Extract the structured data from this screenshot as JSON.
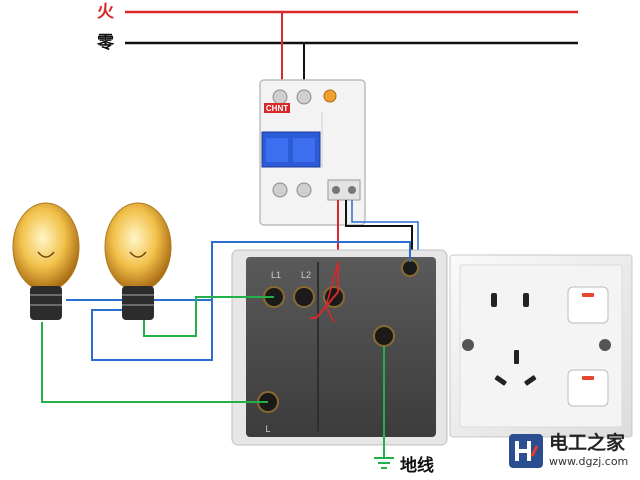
{
  "labels": {
    "live": "火",
    "neutral": "零",
    "ground": "地线"
  },
  "breaker": {
    "brand": "CHNT"
  },
  "switch": {
    "terminal_l1": "L1",
    "terminal_l2": "L2",
    "terminal_l": "L"
  },
  "watermark": {
    "name": "电工之家",
    "url": "www.dgzj.com"
  },
  "colors": {
    "live": "#d8282a",
    "neutral": "#111111",
    "control": "#2a6fd0",
    "earth": "#22b04a",
    "bulb": "#f2c14a",
    "device_dark": "#4a4a4a",
    "panel": "#eeeeee",
    "brand_badge": "#2a4e8f"
  }
}
